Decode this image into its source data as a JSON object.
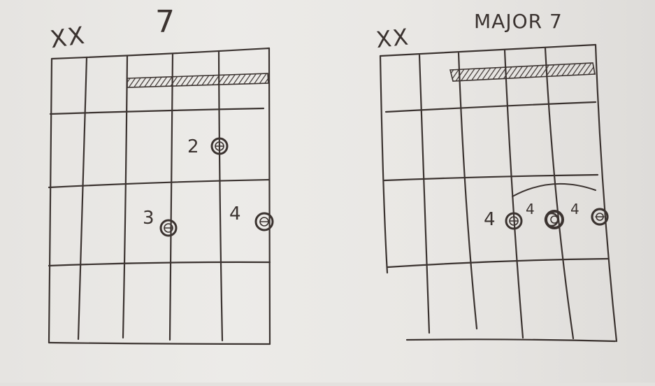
{
  "diagrams": [
    {
      "title": "7",
      "muted_marker": "XX",
      "finger_labels": [
        "2",
        "3",
        "4"
      ]
    },
    {
      "title": "MAJOR 7",
      "muted_marker": "XX",
      "finger_labels": [
        "4",
        "4",
        "4"
      ]
    }
  ],
  "colors": {
    "ink": "#3b3330",
    "paper": "#e9e7e4"
  }
}
